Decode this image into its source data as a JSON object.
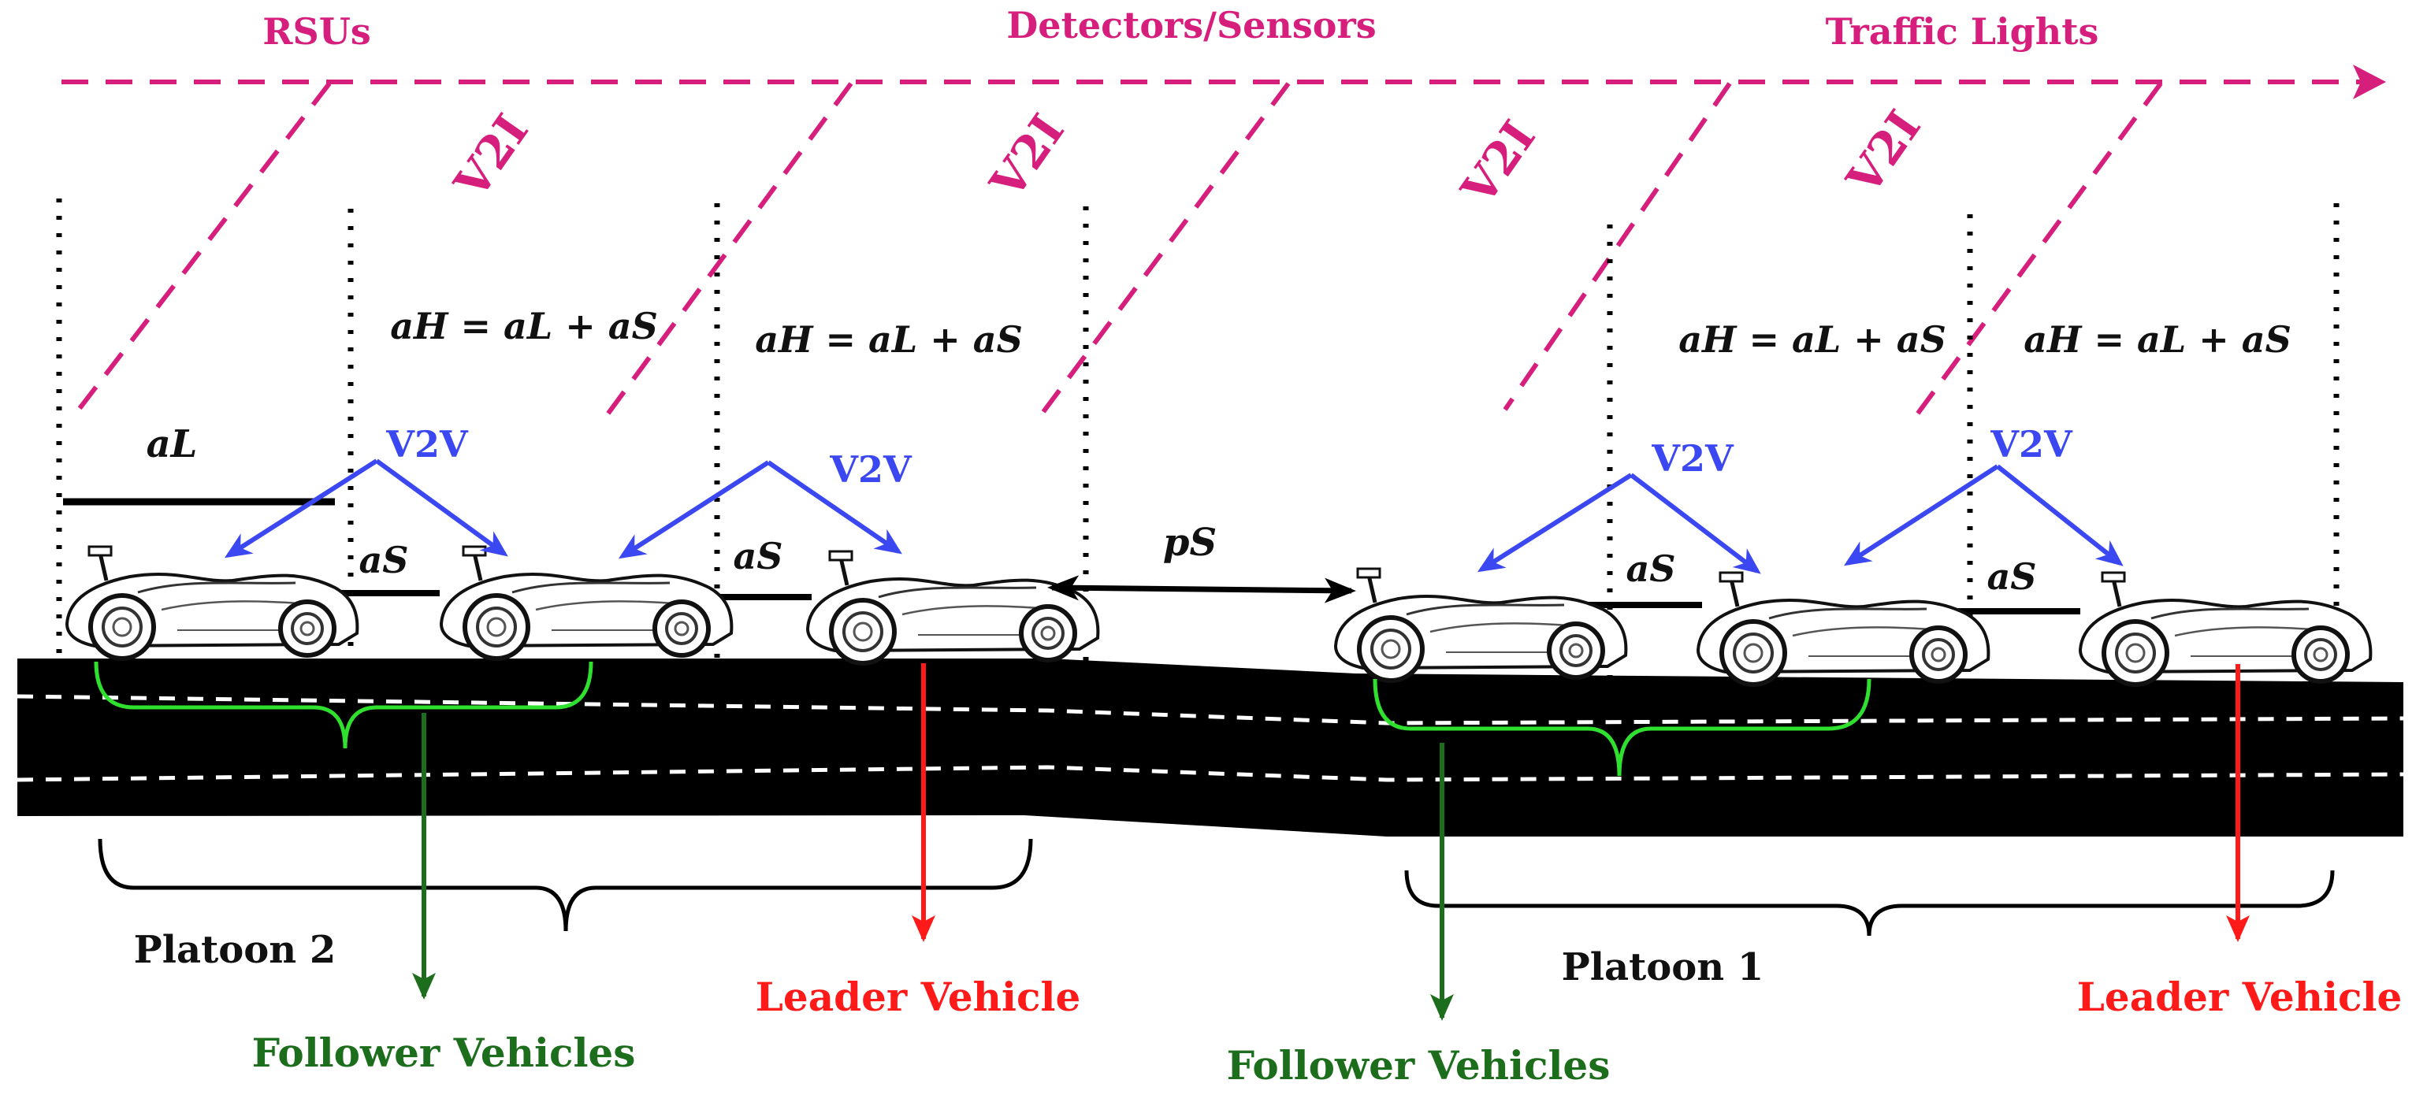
{
  "infrastructure": {
    "rsus": "RSUs",
    "detectors": "Detectors/Sensors",
    "traffic_lights": "Traffic Lights"
  },
  "links": {
    "v2i": "V2I",
    "v2v": "V2V"
  },
  "spacing": {
    "headway": "aH = aL + aS",
    "length": "aL",
    "intra_gap": "aS",
    "platoon_gap": "pS"
  },
  "platoons": {
    "platoon_2": "Platoon 2",
    "platoon_1": "Platoon 1"
  },
  "roles": {
    "leader": "Leader Vehicle",
    "followers": "Follower Vehicles"
  },
  "colors": {
    "infrastructure": "#d61f7c",
    "v2v": "#3b48f2",
    "leader": "#ff1a1a",
    "followers": "#1c6e1c",
    "brace": "#2fe02f",
    "road": "#000000"
  }
}
